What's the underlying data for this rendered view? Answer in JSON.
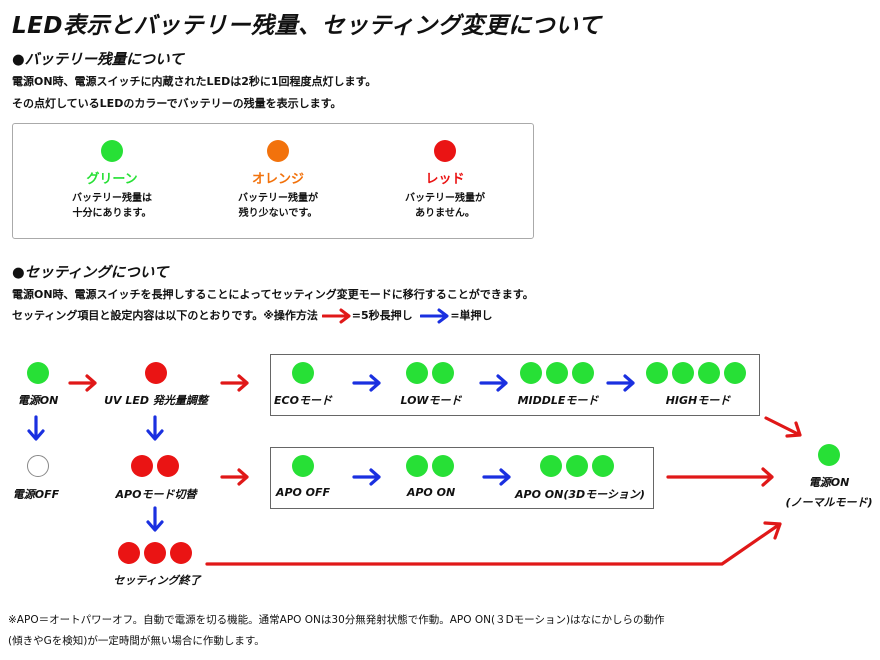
{
  "title": "LED表示とバッテリー残量、セッティング変更について",
  "battery": {
    "heading": "●バッテリー残量について",
    "line1": "電源ON時、電源スイッチに内蔵されたLEDは2秒に1回程度点灯します。",
    "line2": "その点灯しているLEDのカラーでバッテリーの残量を表示します。",
    "colors": [
      {
        "name": "グリーン",
        "color": "#27e036",
        "desc1": "バッテリー残量は",
        "desc2": "十分にあります。"
      },
      {
        "name": "オレンジ",
        "color": "#f2720c",
        "desc1": "バッテリー残量が",
        "desc2": "残り少ないです。"
      },
      {
        "name": "レッド",
        "color": "#ea1414",
        "desc1": "バッテリー残量が",
        "desc2": "ありません。"
      }
    ]
  },
  "setting": {
    "heading": "●セッティングについて",
    "line1": "電源ON時、電源スイッチを長押しすることによってセッティング変更モードに移行することができます。",
    "line2_prefix": "セッティング項目と設定内容は以下のとおりです。※操作方法",
    "long_press": "=5秒長押し",
    "single_press": "=単押し"
  },
  "flow": {
    "power_on": "電源ON",
    "power_off": "電源OFF",
    "uv_led": "UV LED 発光量調整",
    "apo_switch": "APOモード切替",
    "setting_end": "セッティング終了",
    "eco": "ECOモード",
    "low": "LOWモード",
    "middle": "MIDDLEモード",
    "high": "HIGHモード",
    "apo_off": "APO OFF",
    "apo_on": "APO ON",
    "apo_on_3d": "APO ON(3Dモーション)",
    "normal_line1": "電源ON",
    "normal_line2": "(ノーマルモード)"
  },
  "arrow_colors": {
    "long_press": "#e01818",
    "single_press": "#1a30e0"
  },
  "footnote": {
    "line1": "※APO＝オートパワーオフ。自動で電源を切る機能。通常APO ONは30分無発射状態で作動。APO ON(３Dモーション)はなにかしらの動作",
    "line2": "(傾きやGを検知)が一定時間が無い場合に作動します。"
  }
}
